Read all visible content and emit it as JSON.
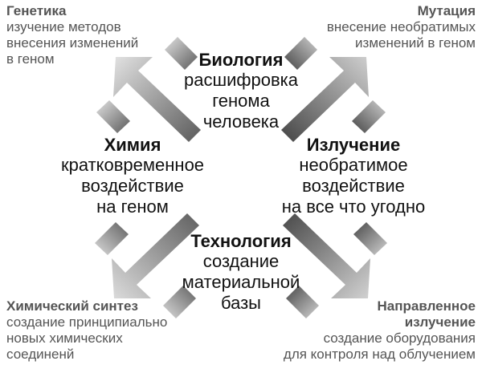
{
  "corners": {
    "genetics": {
      "title": "Генетика",
      "lines": [
        "изучение методов",
        "внесения изменений",
        "в геном"
      ]
    },
    "mutation": {
      "title": "Мутация",
      "lines": [
        "внесение необратимых",
        "изменений в геном"
      ]
    },
    "synthesis": {
      "title": "Химический синтез",
      "lines": [
        "создание принципиально",
        "новых химических",
        "соединенй"
      ]
    },
    "directed": {
      "title_lines": [
        "Направленное",
        "излучение"
      ],
      "lines": [
        "создание оборудования",
        "для контроля над облучением"
      ]
    }
  },
  "nodes": {
    "biology": {
      "title": "Биология",
      "lines": [
        "расшифровка",
        "генома",
        "человека"
      ]
    },
    "chemistry": {
      "title": "Химия",
      "lines": [
        "кратковременное",
        "воздействие",
        "на геном"
      ]
    },
    "radiation": {
      "title": "Излучение",
      "lines": [
        "необратимое",
        "воздействие",
        "на все что угодно"
      ]
    },
    "technology": {
      "title": "Технология",
      "lines": [
        "создание",
        "материальной",
        "базы"
      ]
    }
  },
  "colors": {
    "corner_text": "#555555",
    "center_text": "#111111",
    "arrow_light": "#d9d9d9",
    "arrow_dark": "#555555"
  }
}
